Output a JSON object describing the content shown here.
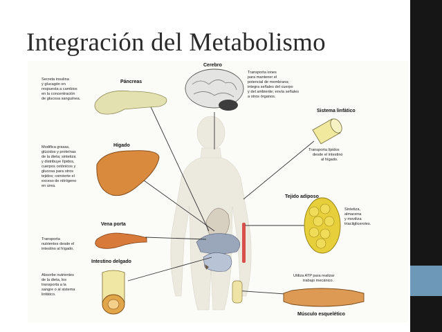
{
  "slide": {
    "title": "Integración del Metabolismo",
    "colors": {
      "background": "#ffffff",
      "side_bar": "#161616",
      "accent": "#6d98b8",
      "organ": "#d98a3c",
      "adipose": "#e6cf3a"
    }
  },
  "diagram": {
    "organs": [
      {
        "key": "pancreas",
        "name": "Páncreas",
        "icon": "pancreas-icon",
        "desc": [
          "Secreta insulina",
          "y glucagón en",
          "respuesta a cambios",
          "en la concentración",
          "de glucosa sanguínea."
        ]
      },
      {
        "key": "brain",
        "name": "Cerebro",
        "icon": "brain-icon",
        "desc": [
          "Transporta iones",
          "para mantener el",
          "potencial de membrana;",
          "integra señales del cuerpo",
          "y del ambiente; envía señales",
          "a otros órganos."
        ]
      },
      {
        "key": "lymph",
        "name": "Sistema linfático",
        "icon": "lymph-vessel-icon",
        "desc": [
          "Transporta lípidos",
          "desde el intestino",
          "al hígado."
        ]
      },
      {
        "key": "liver",
        "name": "Hígado",
        "icon": "liver-icon",
        "desc": [
          "Modifica grasas,",
          "glúcidos y proteínas",
          "de la dieta; sintetiza",
          "y distribuye lípidos,",
          "cuerpos cetónicos y",
          "glucosa para otros",
          "tejidos; convierte el",
          "exceso de nitrógeno",
          "en urea."
        ]
      },
      {
        "key": "adipose",
        "name": "Tejido adiposo",
        "icon": "adipose-tissue-icon",
        "desc": [
          "Sintetiza,",
          "almacena",
          "y moviliza",
          "triacilgliceroles."
        ]
      },
      {
        "key": "portal",
        "name": "Vena porta",
        "icon": "portal-vein-icon",
        "desc": [
          "Transporta",
          "nutrientes desde el",
          "intestino al hígado."
        ]
      },
      {
        "key": "intestine",
        "name": "Intestino delgado",
        "icon": "small-intestine-icon",
        "desc": [
          "Absorbe nutrientes",
          "de la dieta, los",
          "transporta a la",
          "sangre o al sistema",
          "linfático."
        ]
      },
      {
        "key": "muscle",
        "name": "Músculo esquelético",
        "icon": "skeletal-muscle-icon",
        "desc": [
          "Utiliza ATP para realizar",
          "trabajo mecánico."
        ]
      }
    ]
  }
}
